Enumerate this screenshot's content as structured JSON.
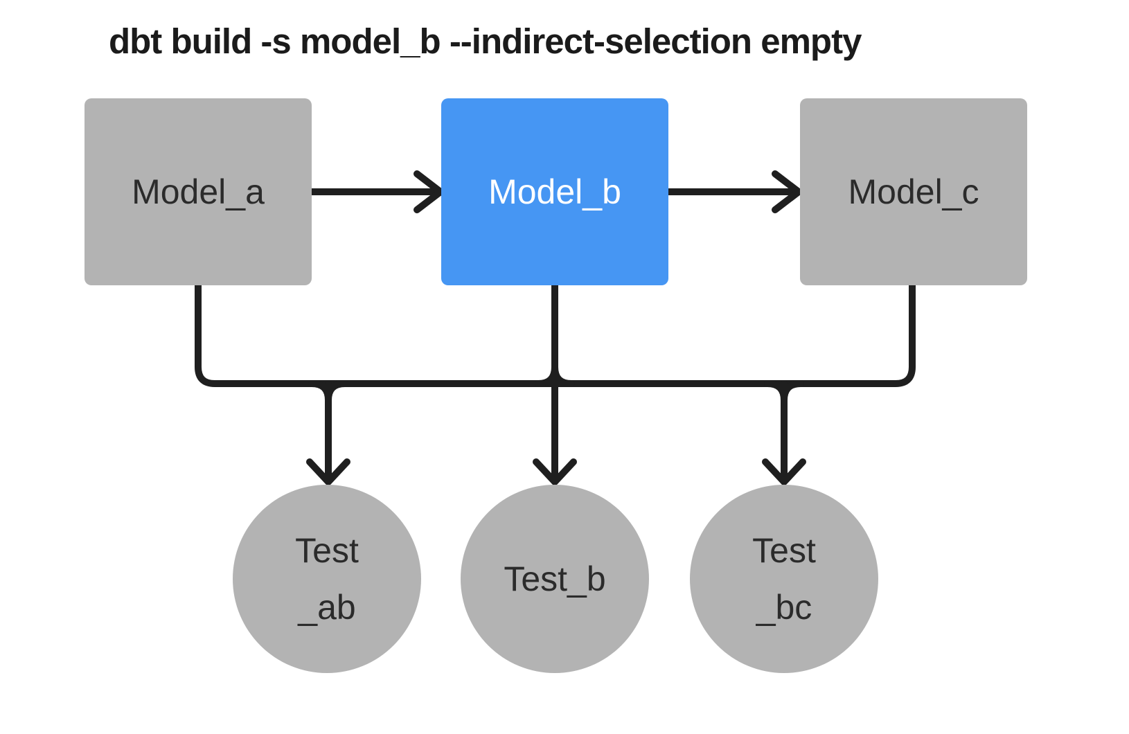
{
  "title": "dbt build -s model_b --indirect-selection empty",
  "colors": {
    "canvas-bg": "#ffffff",
    "node-gray": "#b3b3b3",
    "node-selected": "#4696f3",
    "node-text-dark": "#2b2b2b",
    "node-text-light": "#ffffff",
    "edge": "#1f1f1f",
    "title-text": "#1b1b1b"
  },
  "models": [
    {
      "id": "model_a",
      "label": "Model_a",
      "selected": false
    },
    {
      "id": "model_b",
      "label": "Model_b",
      "selected": true
    },
    {
      "id": "model_c",
      "label": "Model_c",
      "selected": false
    }
  ],
  "tests": [
    {
      "id": "test_ab",
      "label_lines": [
        "Test",
        "_ab"
      ]
    },
    {
      "id": "test_b",
      "label_lines": [
        "Test_b"
      ]
    },
    {
      "id": "test_bc",
      "label_lines": [
        "Test",
        "_bc"
      ]
    }
  ],
  "edges": [
    {
      "from": "model_a",
      "to": "model_b"
    },
    {
      "from": "model_b",
      "to": "model_c"
    },
    {
      "from": "model_a",
      "to": "test_ab"
    },
    {
      "from": "model_b",
      "to": "test_ab"
    },
    {
      "from": "model_b",
      "to": "test_b"
    },
    {
      "from": "model_b",
      "to": "test_bc"
    },
    {
      "from": "model_c",
      "to": "test_bc"
    }
  ]
}
